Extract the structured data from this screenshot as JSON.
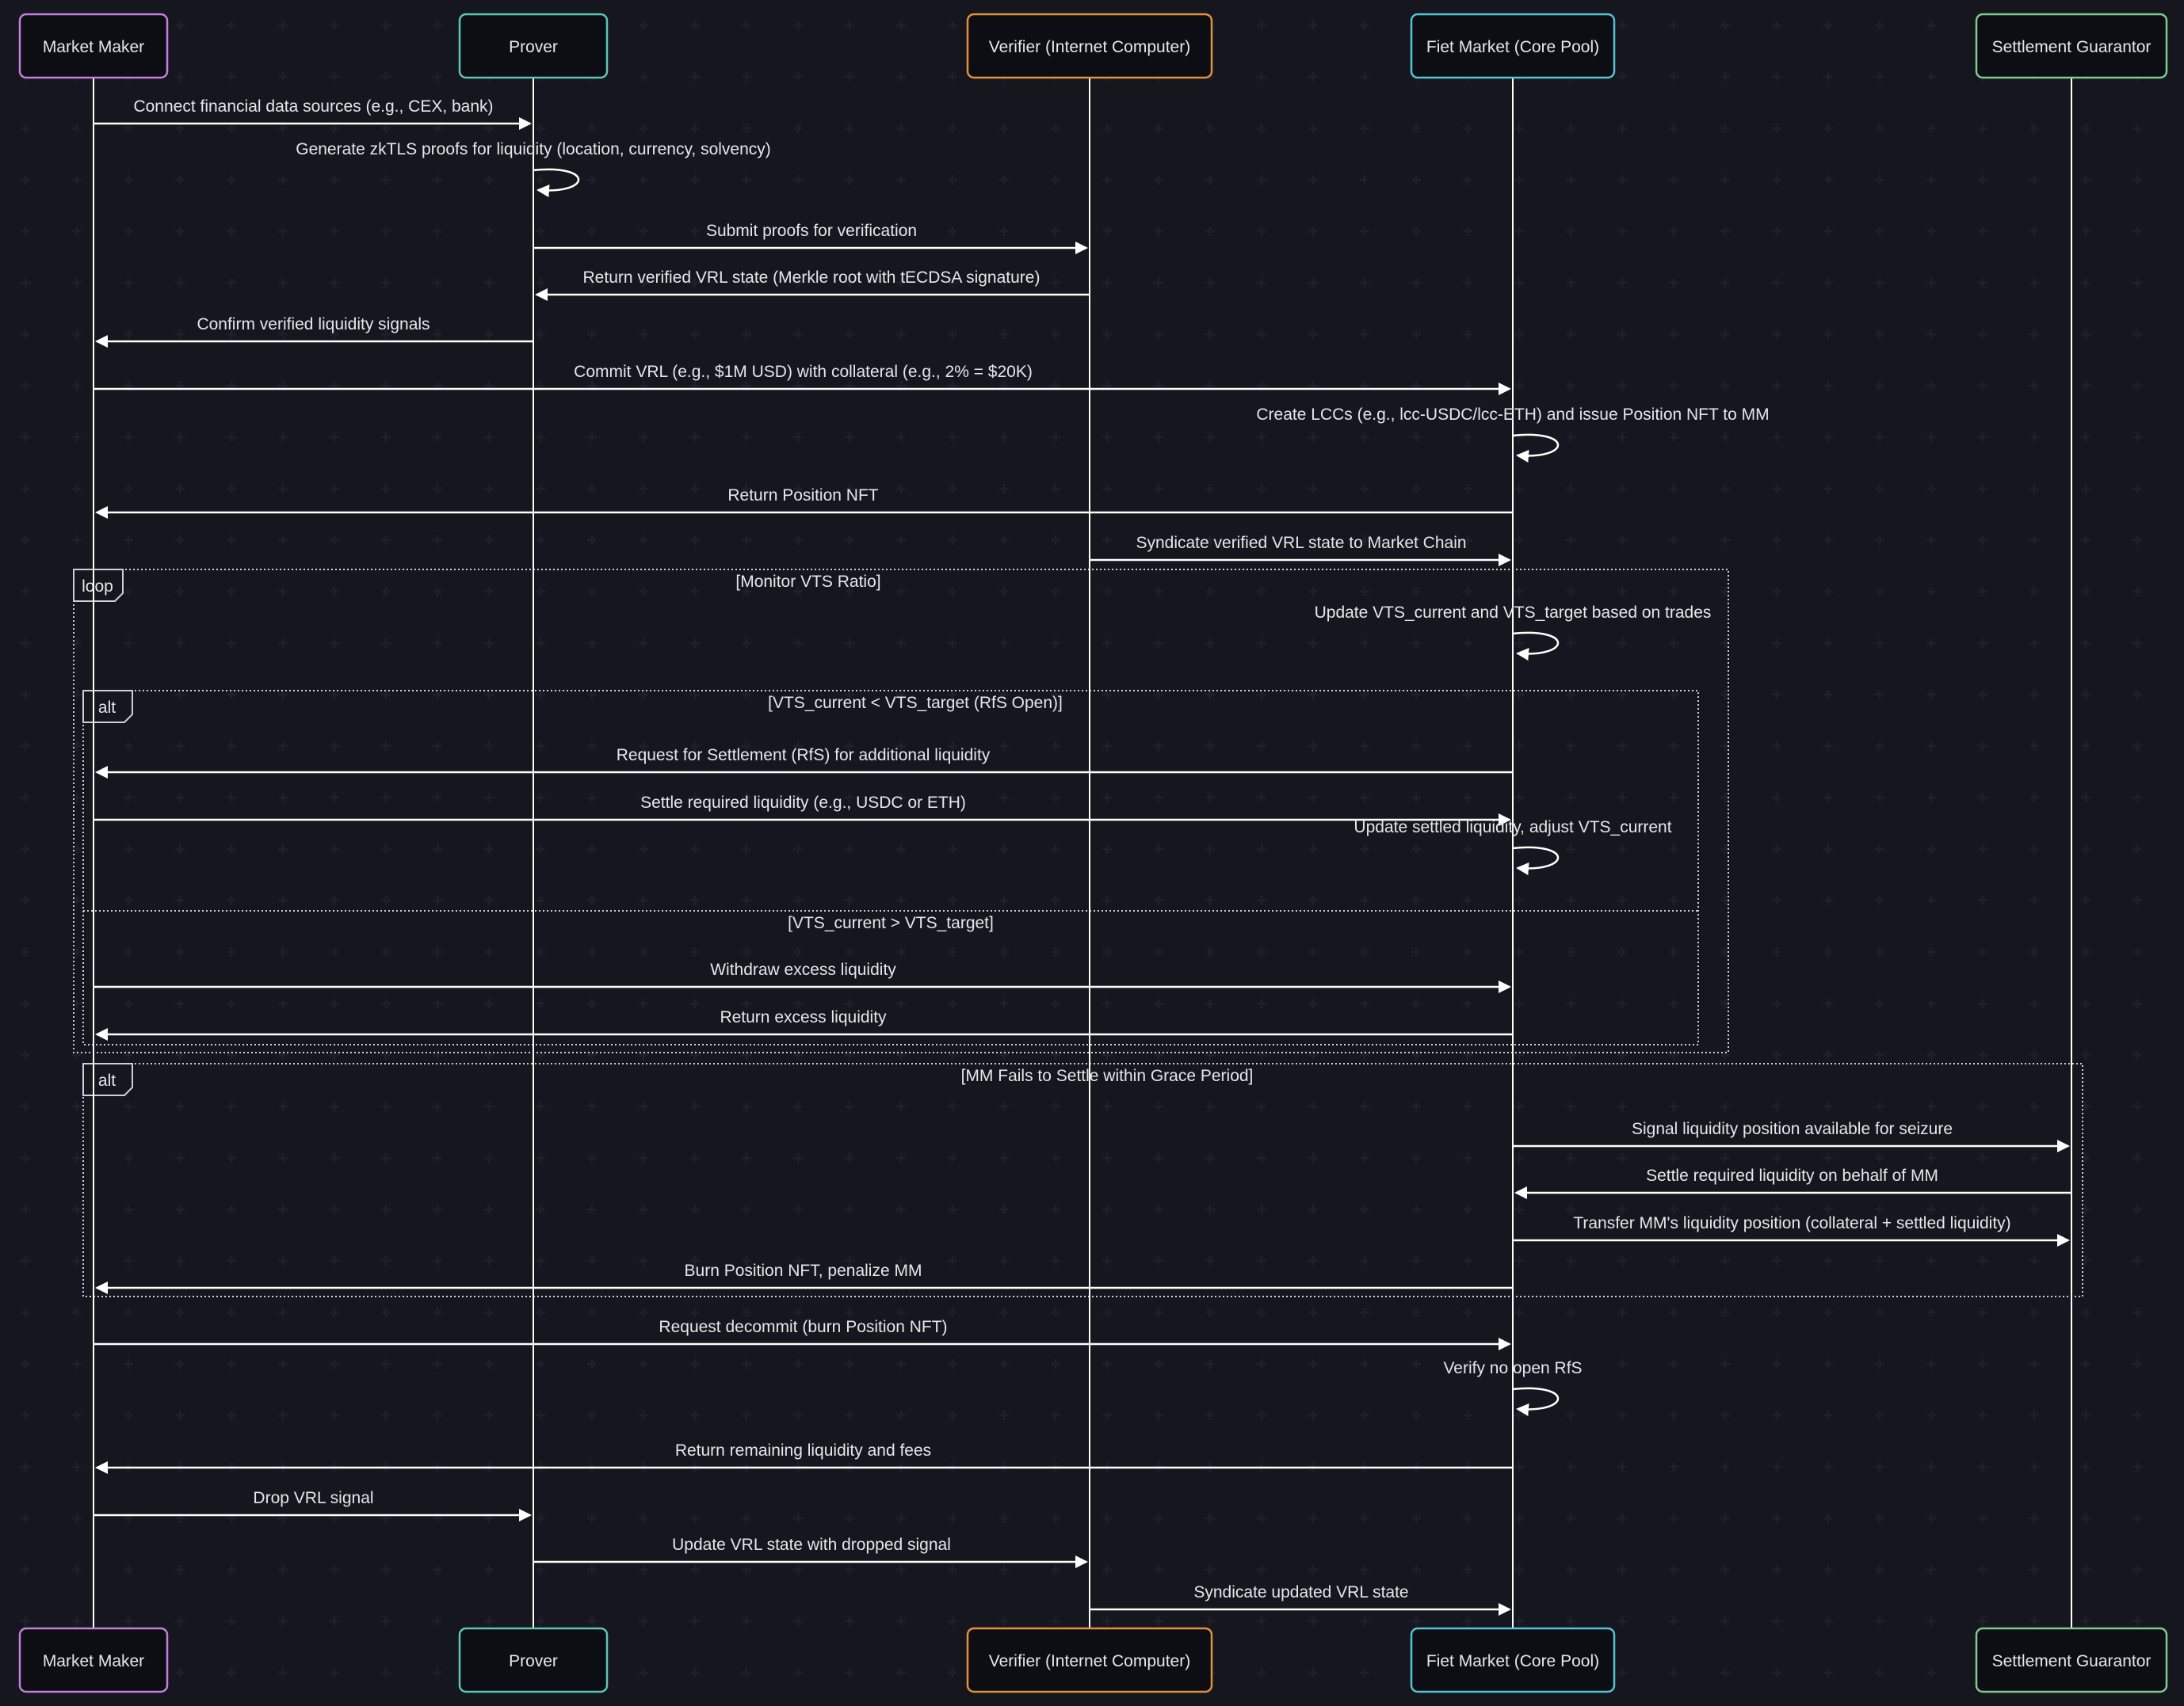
{
  "colors": {
    "background": "#16161e",
    "line": "#ffffff",
    "participants": [
      "#c77ddf",
      "#5cc6b6",
      "#e3913b",
      "#55c3d6",
      "#7ccc8c"
    ]
  },
  "participants": [
    {
      "label": "Market Maker"
    },
    {
      "label": "Prover"
    },
    {
      "label": "Verifier (Internet Computer)"
    },
    {
      "label": "Fiet Market (Core Pool)"
    },
    {
      "label": "Settlement Guarantor"
    }
  ],
  "messages": [
    {
      "from": 0,
      "to": 1,
      "text": "Connect financial data sources (e.g., CEX, bank)"
    },
    {
      "from": 1,
      "to": 1,
      "text": "Generate zkTLS proofs for liquidity (location, currency, solvency)"
    },
    {
      "from": 1,
      "to": 2,
      "text": "Submit proofs for verification"
    },
    {
      "from": 2,
      "to": 1,
      "text": "Return verified VRL state (Merkle root with tECDSA signature)"
    },
    {
      "from": 1,
      "to": 0,
      "text": "Confirm verified liquidity signals"
    },
    {
      "from": 0,
      "to": 3,
      "text": "Commit VRL (e.g., $1M USD) with collateral (e.g., 2% = $20K)"
    },
    {
      "from": 3,
      "to": 3,
      "text": "Create LCCs (e.g., lcc-USDC/lcc-ETH) and issue Position NFT to MM"
    },
    {
      "from": 3,
      "to": 0,
      "text": "Return Position NFT"
    },
    {
      "from": 2,
      "to": 3,
      "text": "Syndicate verified VRL state to Market Chain"
    },
    {
      "from": 3,
      "to": 3,
      "text": "Update VTS_current and VTS_target based on trades"
    },
    {
      "from": 3,
      "to": 0,
      "text": "Request for Settlement (RfS) for additional liquidity"
    },
    {
      "from": 0,
      "to": 3,
      "text": "Settle required liquidity (e.g., USDC or ETH)"
    },
    {
      "from": 3,
      "to": 3,
      "text": "Update settled liquidity, adjust VTS_current"
    },
    {
      "from": 0,
      "to": 3,
      "text": "Withdraw excess liquidity"
    },
    {
      "from": 3,
      "to": 0,
      "text": "Return excess liquidity"
    },
    {
      "from": 3,
      "to": 4,
      "text": "Signal liquidity position available for seizure"
    },
    {
      "from": 4,
      "to": 3,
      "text": "Settle required liquidity on behalf of MM"
    },
    {
      "from": 3,
      "to": 4,
      "text": "Transfer MM's liquidity position (collateral + settled liquidity)"
    },
    {
      "from": 3,
      "to": 0,
      "text": "Burn Position NFT, penalize MM"
    },
    {
      "from": 0,
      "to": 3,
      "text": "Request decommit (burn Position NFT)"
    },
    {
      "from": 3,
      "to": 3,
      "text": "Verify no open RfS"
    },
    {
      "from": 3,
      "to": 0,
      "text": "Return remaining liquidity and fees"
    },
    {
      "from": 0,
      "to": 1,
      "text": "Drop VRL signal"
    },
    {
      "from": 1,
      "to": 2,
      "text": "Update VRL state with dropped signal"
    },
    {
      "from": 2,
      "to": 3,
      "text": "Syndicate updated VRL state"
    }
  ],
  "fragments": [
    {
      "type": "loop",
      "condition": "[Monitor VTS Ratio]"
    },
    {
      "type": "alt",
      "condition": "[VTS_current < VTS_target (RfS Open)]",
      "else_condition": "[VTS_current > VTS_target]"
    },
    {
      "type": "alt",
      "condition": "[MM Fails to Settle within Grace Period]"
    }
  ]
}
